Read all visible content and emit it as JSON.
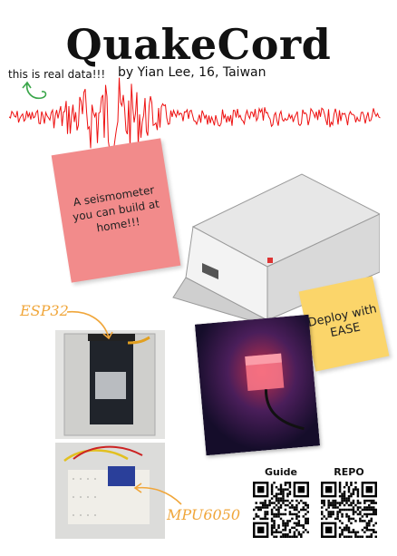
{
  "title": "QuakeCord",
  "note_real": "this is real data!!!",
  "byline": "by Yian Lee, 16, Taiwan",
  "pink_note": "A seismometer you can build at home!!!",
  "yellow_note": "Deploy with EASE",
  "labels": {
    "esp": "ESP32",
    "mpu": "MPU6050"
  },
  "qr": {
    "guide": "Guide",
    "repo": "REPO"
  },
  "colors": {
    "waveform": "#e11",
    "pink_note": "#f28b8b",
    "yellow_note": "#fbd56a",
    "handwriting": "#f0a63a",
    "arrow_green": "#3aa64a"
  }
}
